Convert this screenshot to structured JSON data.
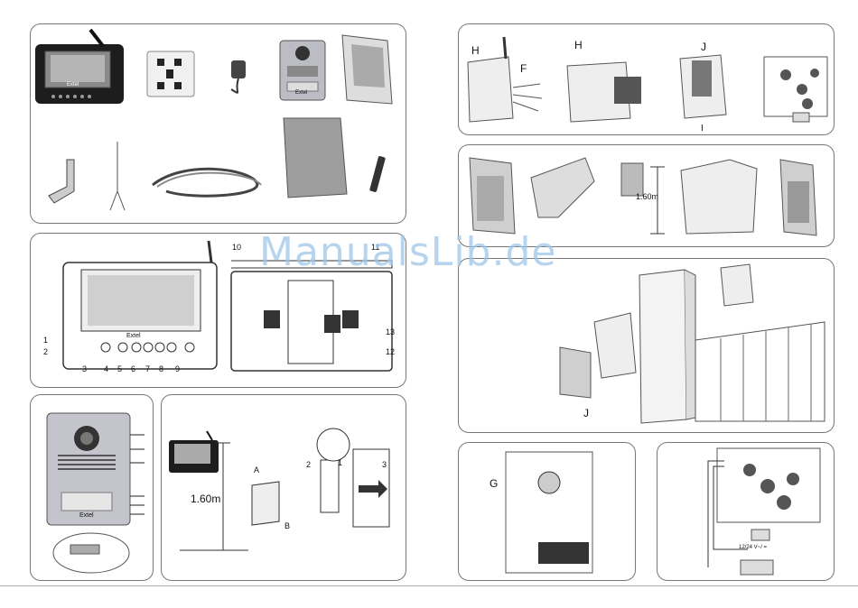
{
  "watermark": "ManualsLib.de",
  "monitor_brand": "Extel",
  "doorstation_brand": "Extel",
  "callout_numbers": [
    "1",
    "2",
    "3",
    "4",
    "5",
    "6",
    "7",
    "8",
    "9",
    "10",
    "11",
    "12",
    "13"
  ],
  "install_height": "1.60m",
  "install_height_small": "1.60m",
  "letters": {
    "A": "A",
    "B": "B",
    "F": "F",
    "G": "G",
    "H": "H",
    "I": "I",
    "J": "J"
  },
  "steps": [
    "1",
    "2",
    "3"
  ],
  "power_label": "12/24 V~/ ="
}
